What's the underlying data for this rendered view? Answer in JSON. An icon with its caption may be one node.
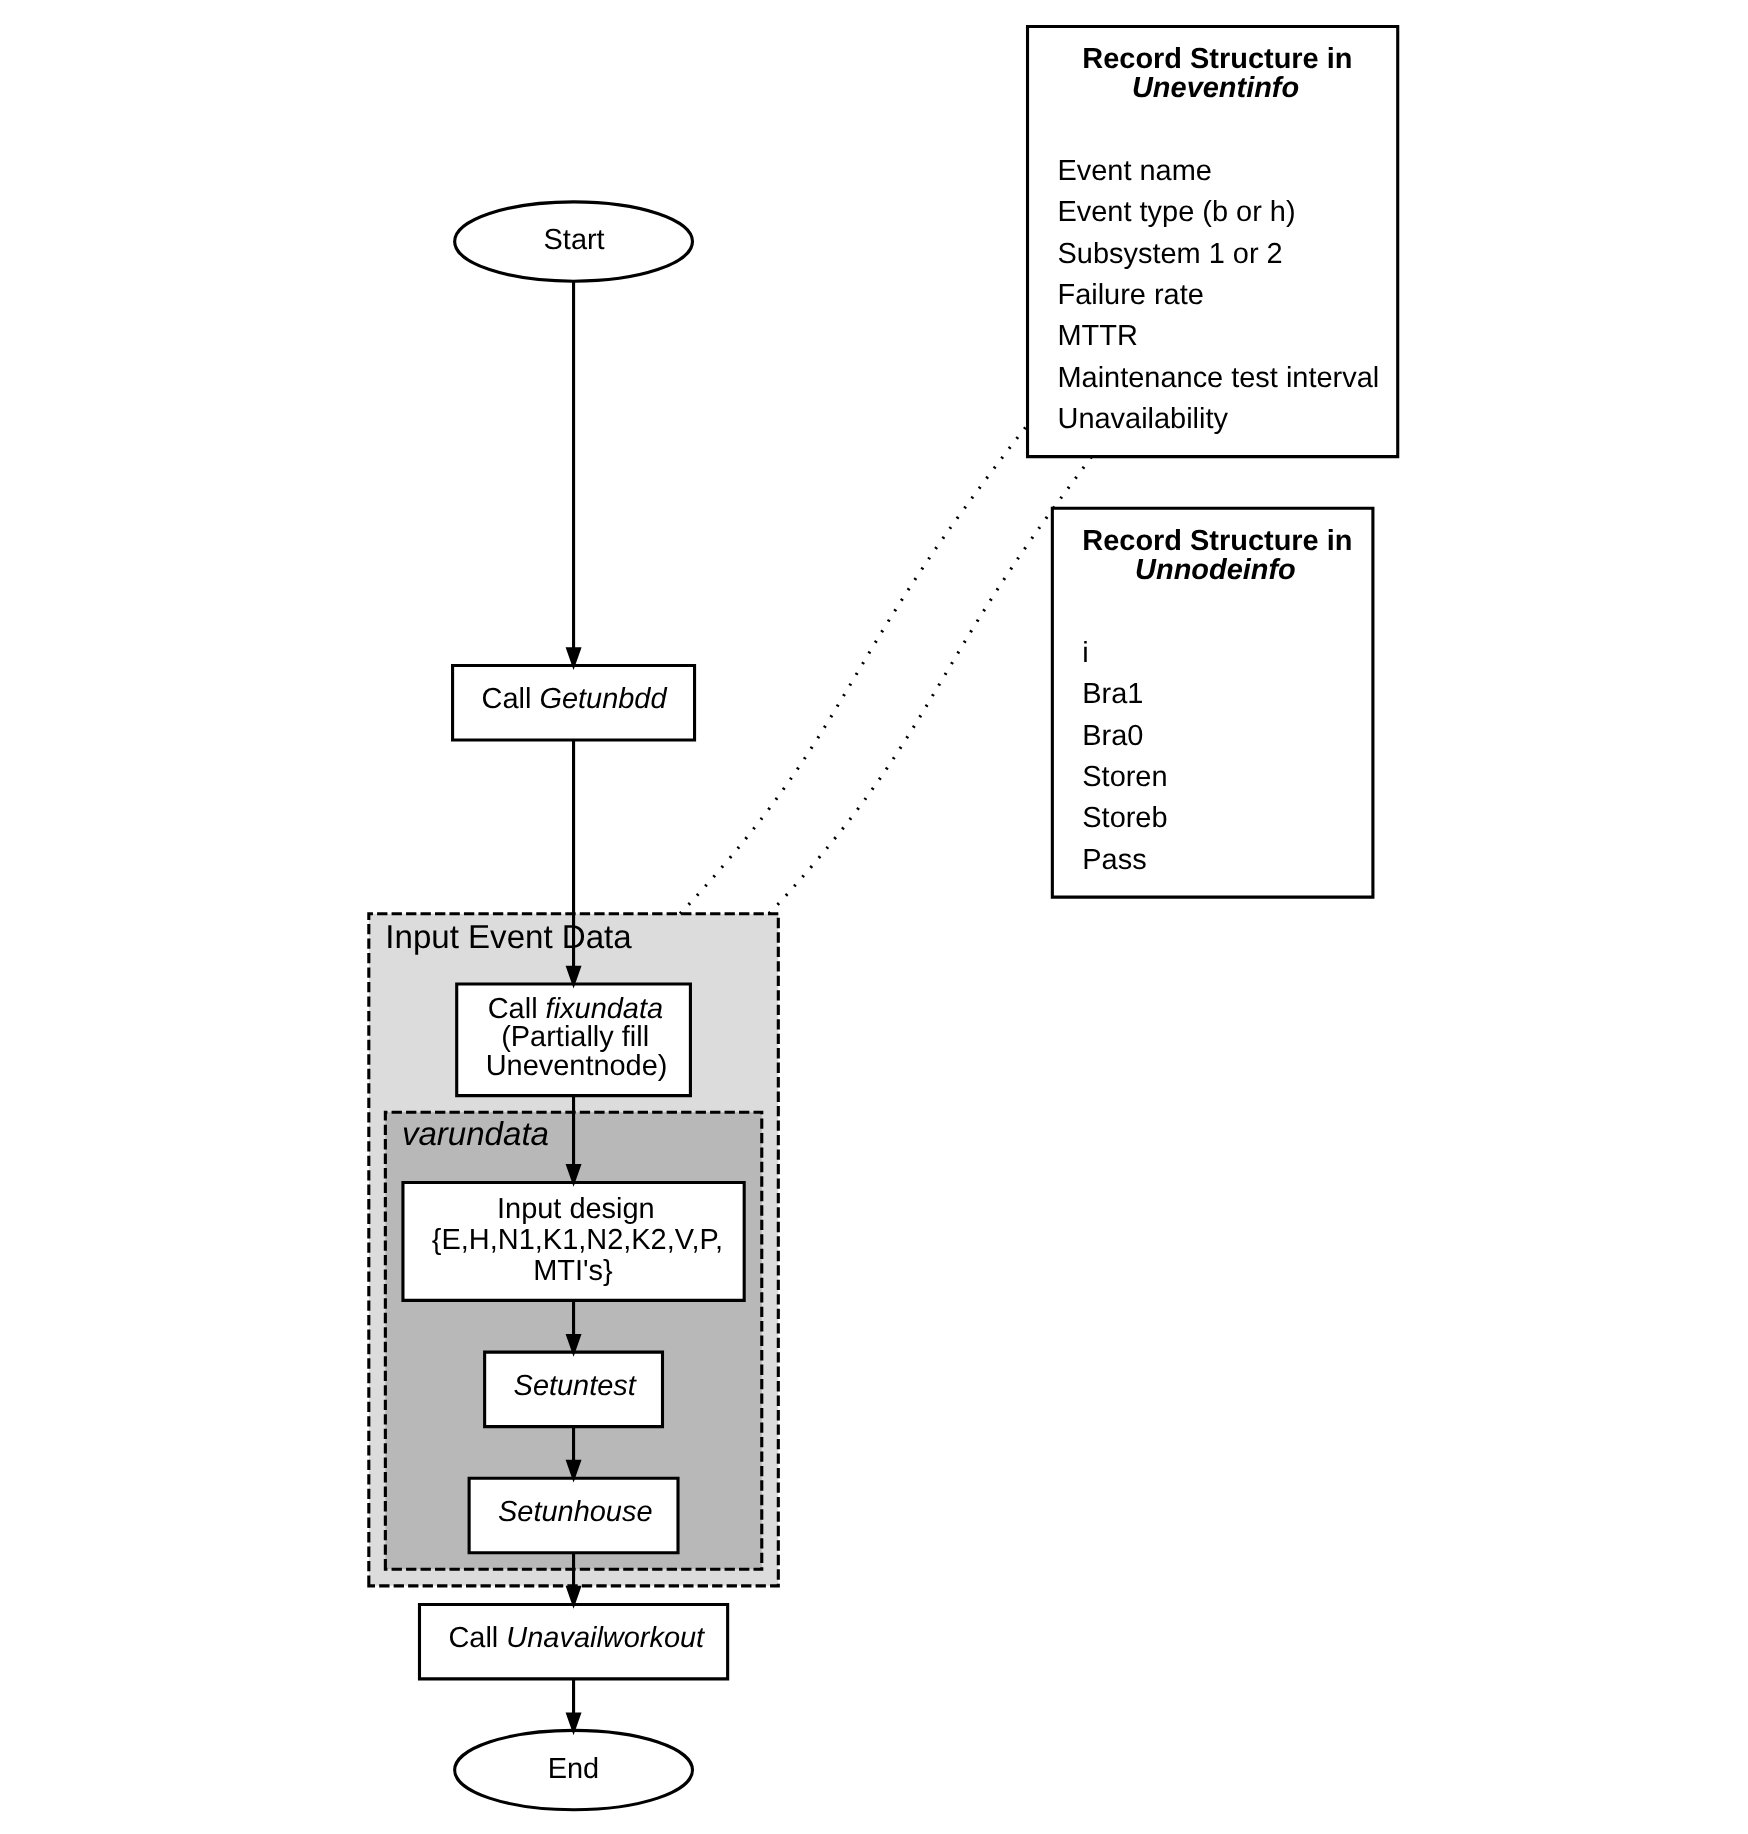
{
  "diagram": {
    "nodes": [
      {
        "text": [
          "Start"
        ]
      },
      {
        "text": [
          "Call *Getunbdd*"
        ]
      },
      {
        "text": [
          "Input Event Data"
        ]
      },
      {
        "text": [
          "Call *fixundata* (Partially fill Uneventnode)"
        ],
        "in": 2
      },
      {
        "text": [
          "*varundata*"
        ],
        "in": 2
      },
      {
        "text": [
          "Input design {E,H,N1,K1,N2,K2,V,P, MTI's}"
        ],
        "in": 4
      },
      {
        "text": [
          "*Setuntest*"
        ],
        "in": 4
      },
      {
        "text": [
          "*Setunhouse*"
        ],
        "in": 4
      },
      {
        "text": [
          "Call *Unavailworkout*"
        ]
      },
      {
        "text": [
          "End"
        ]
      },
      {
        "text": [
          "Record Structure in *Uneventinfo*",
          "Event name",
          "Event type (b or h)",
          "Subsystem 1 or 2",
          "Failure rate",
          "MTTR",
          "Maintenance test interval",
          "Unavailability"
        ]
      },
      {
        "text": [
          "Record Structure in *Unnodeinfo*",
          "i",
          "Bra1",
          "Bra0",
          "Storen",
          "Storeb",
          "Pass"
        ]
      }
    ],
    "edges": [
      {
        "from": 0,
        "to": 1,
        "arrow": "to"
      },
      {
        "from": 1,
        "to": 3,
        "arrow": "to"
      },
      {
        "from": 3,
        "to": 5,
        "arrow": "to"
      },
      {
        "from": 5,
        "to": 6,
        "arrow": "to"
      },
      {
        "from": 6,
        "to": 7,
        "arrow": "to"
      },
      {
        "from": 7,
        "to": 8,
        "arrow": "to"
      },
      {
        "from": 8,
        "to": 9,
        "arrow": "to"
      },
      {
        "from": 2,
        "to": 10,
        "arrow": "none",
        "style": "dashed"
      },
      {
        "from": 2,
        "to": 10,
        "arrow": "none",
        "style": "dashed"
      }
    ]
  }
}
